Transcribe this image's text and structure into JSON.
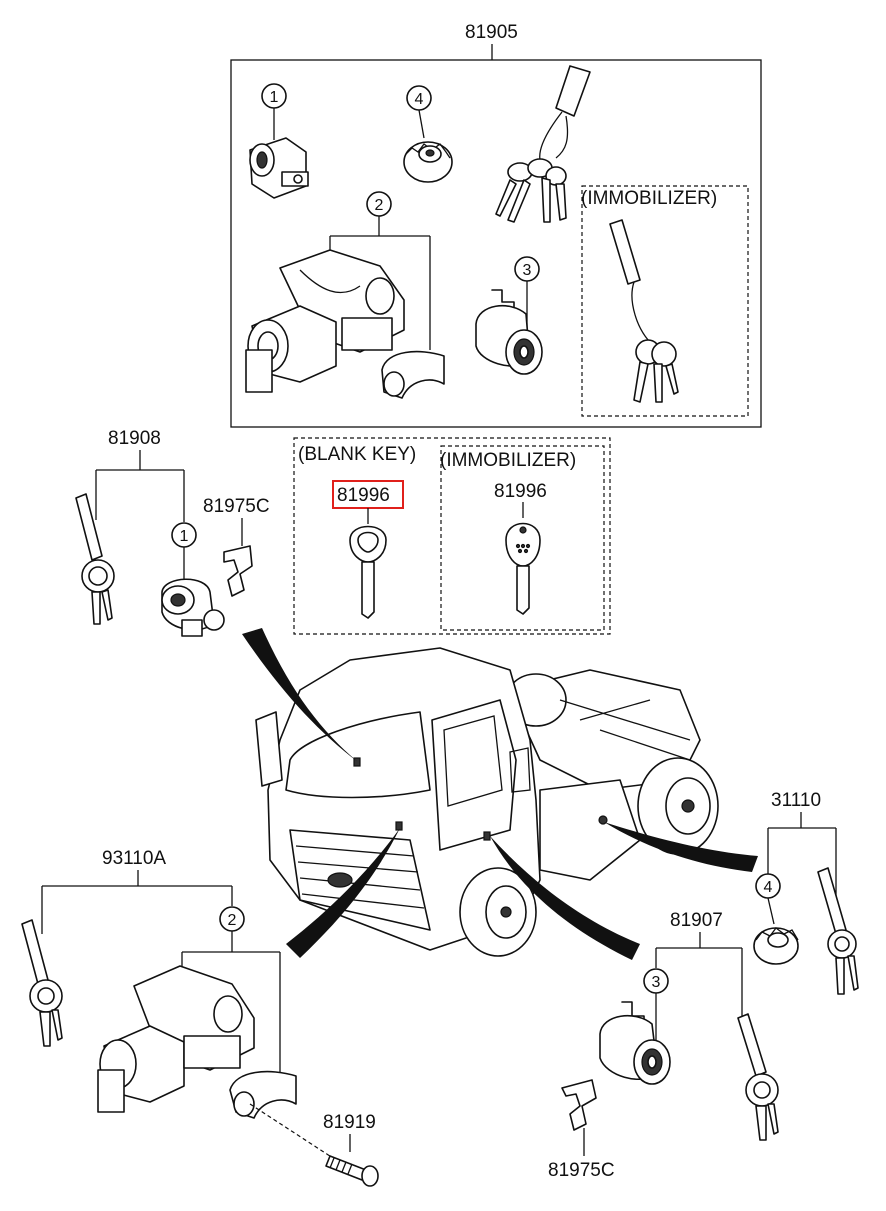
{
  "labels": {
    "kit_top": "81905",
    "kit_left": "81908",
    "clip_left": "81975C",
    "kit_bottom_left": "93110A",
    "screw": "81919",
    "kit_bottom_right": "81907",
    "clip_bottom": "81975C",
    "kit_right": "31110",
    "blank_key_title": "(BLANK KEY)",
    "blank_key_part": "81996",
    "immobilizer_title_keys": "(IMMOBILIZER)",
    "immobilizer_key_part": "81996",
    "immobilizer_title_top": "(IMMOBILIZER)"
  },
  "callouts": {
    "top_1": "1",
    "top_2": "2",
    "top_3": "3",
    "top_4": "4",
    "left_1": "1",
    "bottom_left_2": "2",
    "bottom_right_3": "3",
    "right_4": "4"
  },
  "highlight_color": "#e0201b"
}
